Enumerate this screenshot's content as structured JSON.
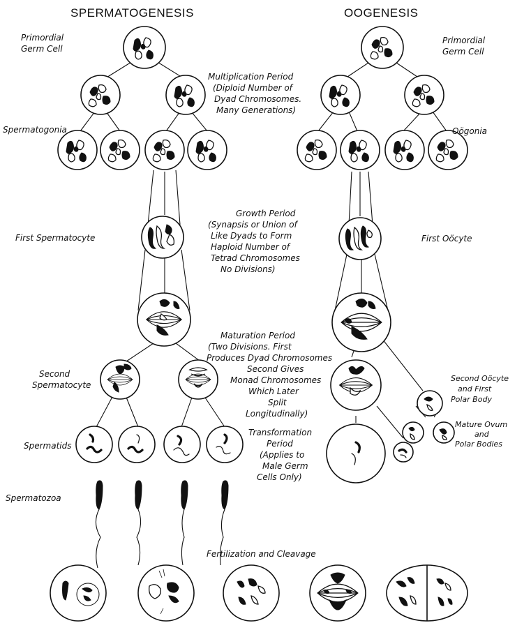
{
  "headers": {
    "spermatogenesis": "SPERMATOGENESIS",
    "oogenesis": "OOGENESIS"
  },
  "left_labels": {
    "primordial_1": "Primordial",
    "primordial_2": "Germ Cell",
    "spermatogonia": "Spermatogonia",
    "first_spermatocyte": "First Spermatocyte",
    "second_sp_1": "Second",
    "second_sp_2": "Spermatocyte",
    "spermatids": "Spermatids",
    "spermatozoa": "Spermatozoa"
  },
  "right_labels": {
    "primordial_1": "Primordial",
    "primordial_2": "Germ Cell",
    "oogonia": "Oögonia",
    "first_oocyte": "First Oöcyte",
    "second_oocyte_1": "Second Oöcyte",
    "second_oocyte_2": "and First",
    "second_oocyte_3": "Polar Body",
    "mature_1": "Mature Ovum",
    "mature_2": "and",
    "mature_3": "Polar Bodies"
  },
  "center_labels": {
    "multiplication": [
      "Multiplication Period",
      "(Diploid Number of",
      "Dyad Chromosomes.",
      "Many Generations)"
    ],
    "growth": [
      "Growth Period",
      "(Synapsis or Union of",
      "Like Dyads to Form",
      "Haploid Number of",
      "Tetrad Chromosomes",
      "No Divisions)"
    ],
    "maturation": [
      "Maturation Period",
      "(Two Divisions. First",
      "Produces Dyad Chromosomes",
      "Second Gives",
      "Monad Chromosomes",
      "Which Later",
      "Split",
      "Longitudinally)"
    ],
    "transformation": [
      "Transformation",
      "Period",
      "(Applies to",
      "Male Germ",
      "Cells Only)"
    ]
  },
  "fertilization": {
    "title": "Fertilization and Cleavage"
  }
}
